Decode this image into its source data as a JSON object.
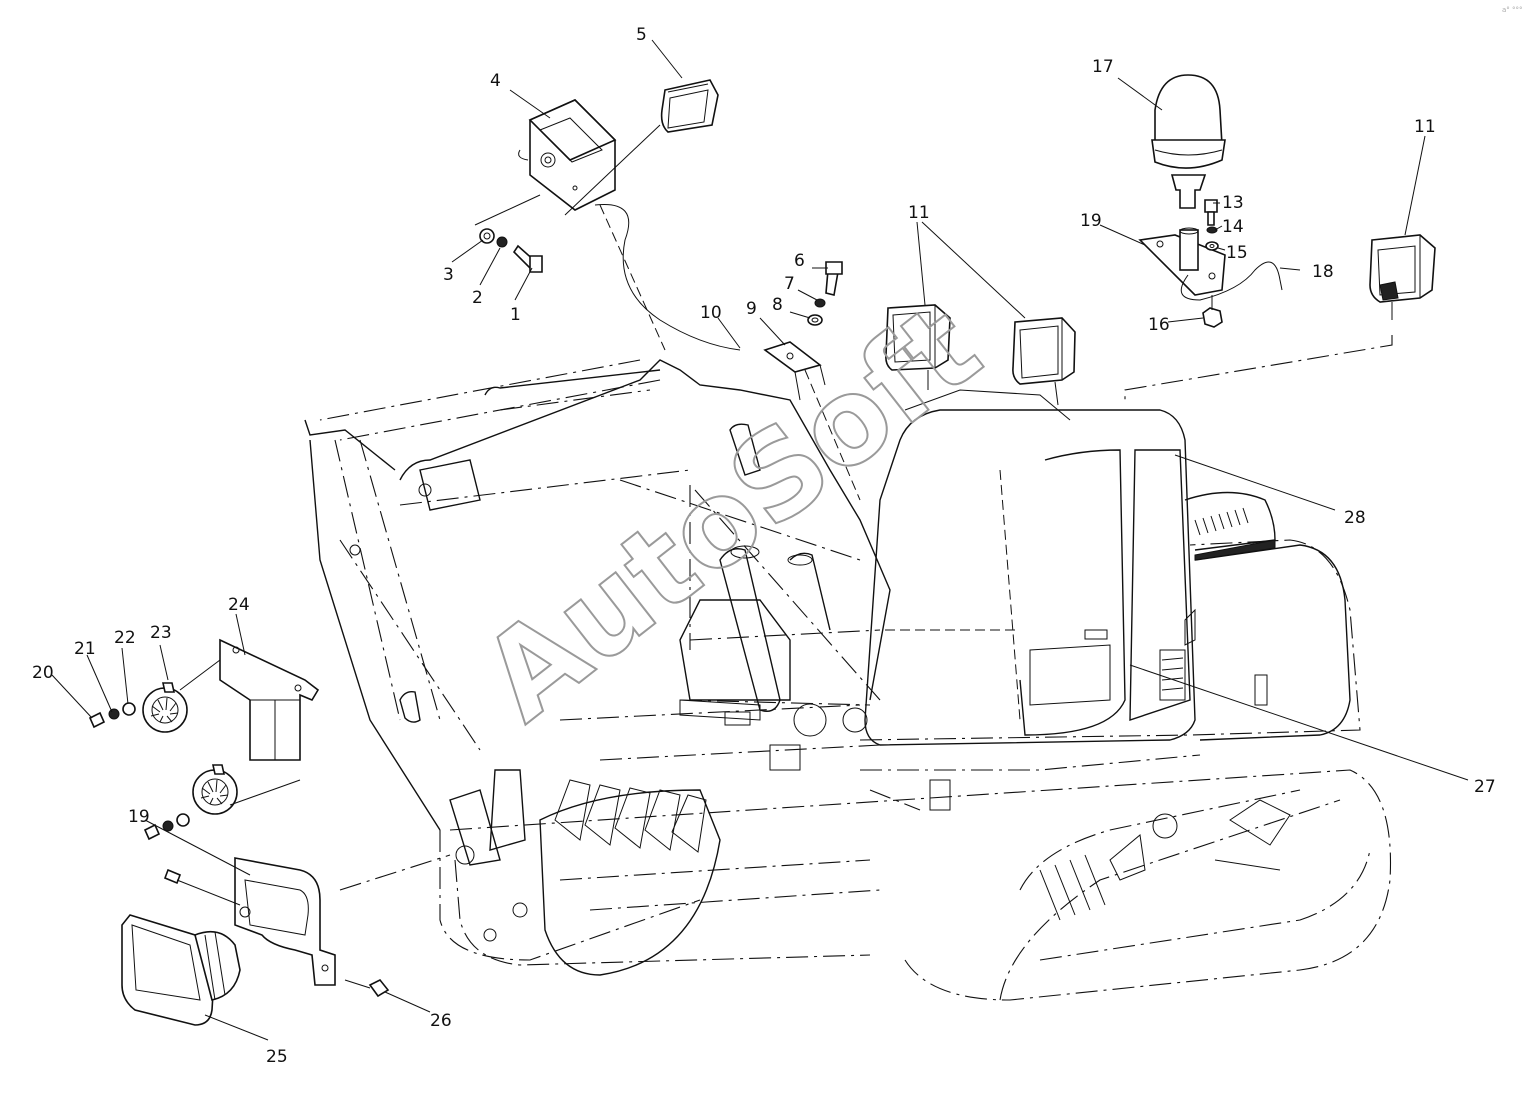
{
  "watermark": "AutoSoft",
  "corner_mark": "a° °°°",
  "callouts": [
    "1",
    "2",
    "3",
    "4",
    "5",
    "6",
    "7",
    "8",
    "9",
    "10",
    "11",
    "11",
    "13",
    "14",
    "15",
    "16",
    "17",
    "18",
    "19",
    "19",
    "20",
    "21",
    "22",
    "23",
    "24",
    "25",
    "26",
    "27",
    "28"
  ]
}
